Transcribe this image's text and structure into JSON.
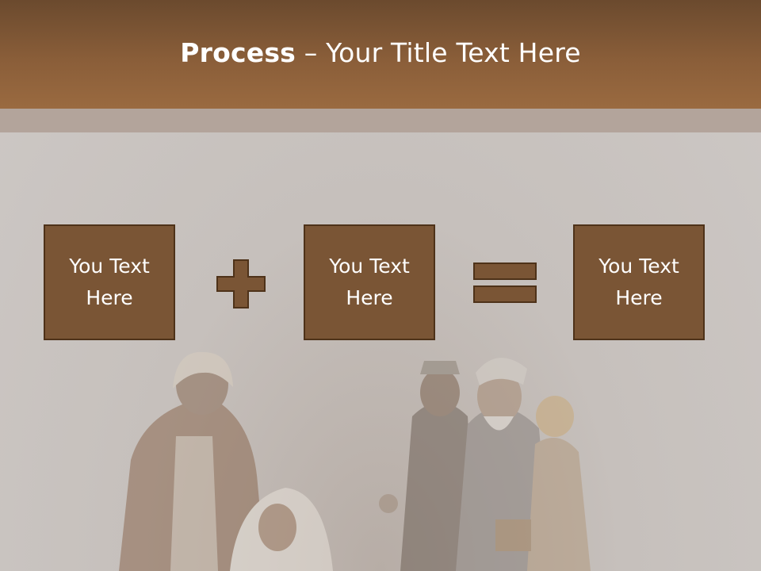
{
  "slide": {
    "title_bold": "Process",
    "title_rest": " – Your Title Text Here",
    "boxes": [
      {
        "label": "You Text Here"
      },
      {
        "label": "You Text Here"
      },
      {
        "label": "You Text Here"
      }
    ],
    "operators": [
      "plus-icon",
      "equals-icon"
    ]
  },
  "colors": {
    "title_bar": "#8a5e39",
    "band": "#b3a49b",
    "background": "#cbc6c3",
    "box_fill": "#7a5535",
    "box_border": "#4e3219"
  }
}
